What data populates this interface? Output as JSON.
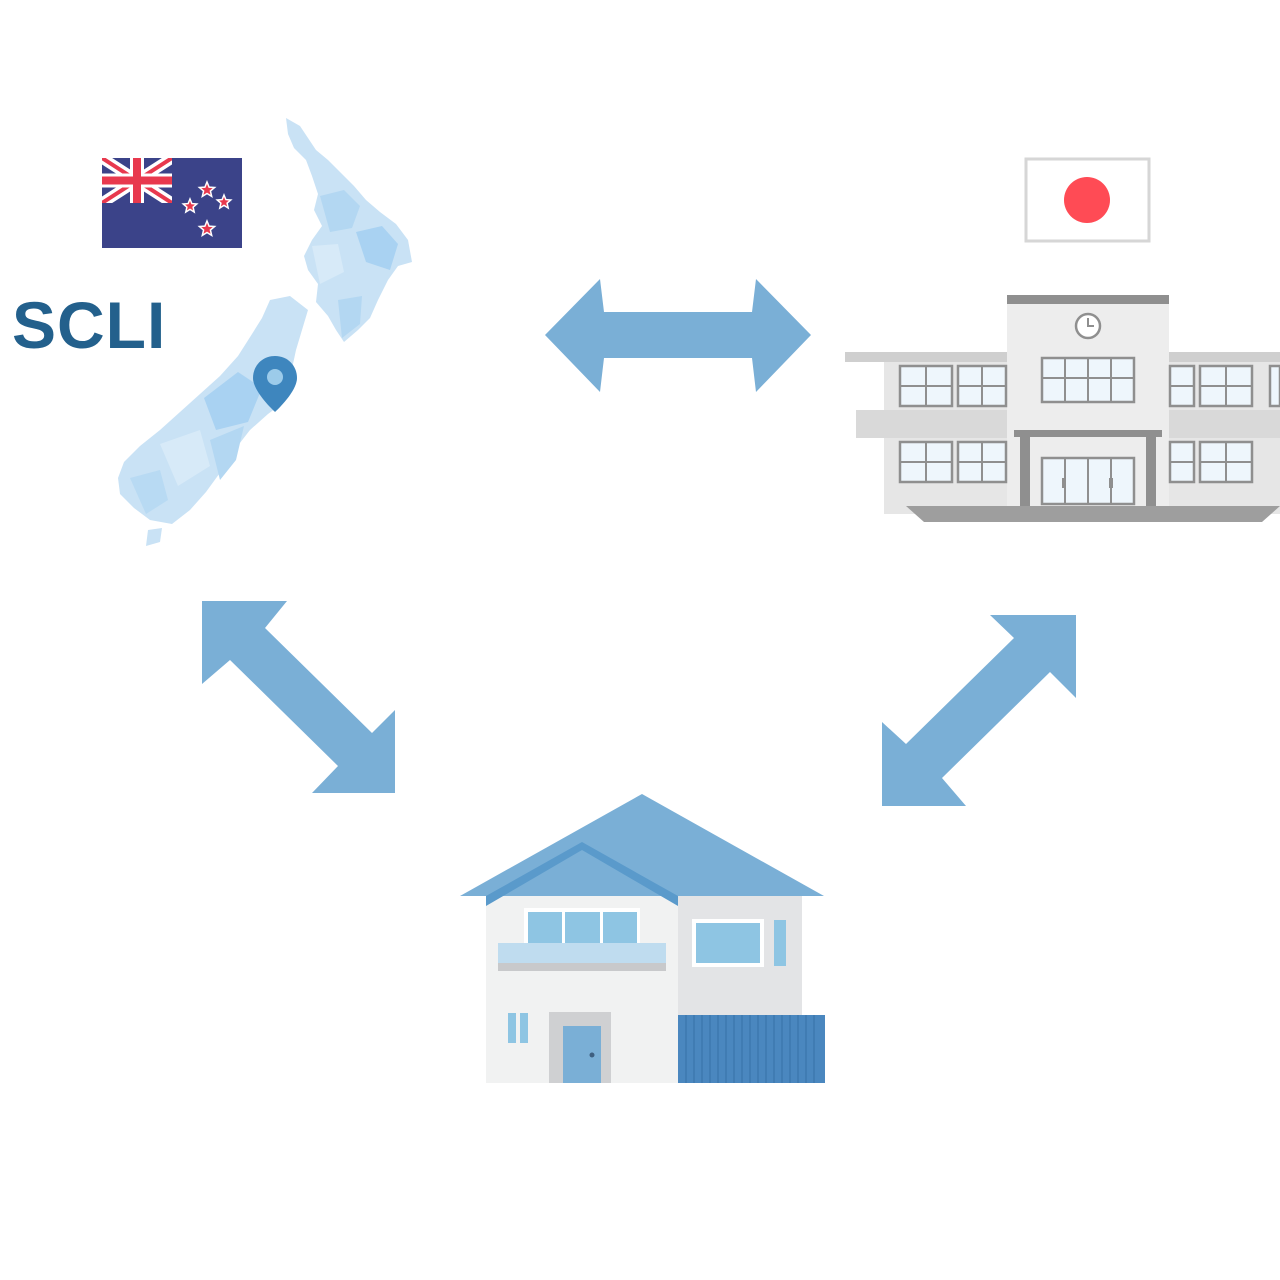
{
  "organization": {
    "label": "SCLI",
    "label_color": "#23608C"
  },
  "nodes": [
    {
      "id": "new-zealand",
      "icons": [
        "new-zealand-flag-icon",
        "new-zealand-map-icon",
        "location-pin-icon"
      ]
    },
    {
      "id": "japanese-school",
      "icons": [
        "japan-flag-icon",
        "school-building-icon",
        "clock-icon"
      ]
    },
    {
      "id": "home",
      "icons": [
        "house-icon"
      ]
    }
  ],
  "connections": [
    {
      "from": "new-zealand",
      "to": "japanese-school",
      "type": "bidirectional"
    },
    {
      "from": "new-zealand",
      "to": "home",
      "type": "bidirectional"
    },
    {
      "from": "japanese-school",
      "to": "home",
      "type": "bidirectional"
    }
  ],
  "colors": {
    "arrow": "#7AAFD6",
    "map_light": "#C9E2F5",
    "pin": "#3E86BE",
    "nz_flag_blue": "#3B4389",
    "nz_flag_red": "#E8394E",
    "japan_red": "#FF4B55",
    "school_gray": "#E6E6E6",
    "school_dark": "#8F8F8F",
    "house_roof": "#7AAFD6",
    "house_wall": "#F1F2F2",
    "garage_blue": "#4A87BF"
  }
}
